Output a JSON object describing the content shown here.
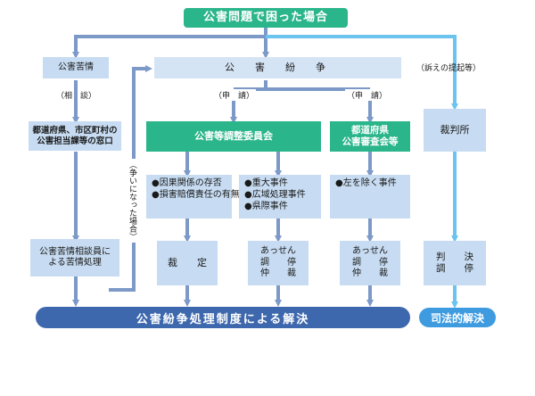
{
  "top": {
    "title": "公害問題で困った場合"
  },
  "complaint": {
    "box": "公害苦情",
    "step": "（相　談）",
    "window": "都道府県、市区町村の公害担当課等の窓口",
    "handling": "公害苦情相談員による苦情処理"
  },
  "dispute": {
    "box": "公　害　紛　争",
    "apply1": "（申　請）",
    "apply2": "（申　請）",
    "escalation": "（争いになった場合）"
  },
  "commission": {
    "title": "公害等調整委員会",
    "items_a": [
      "●因果関係の存否",
      "●損害賠償責任の有無"
    ],
    "items_b": [
      "●重大事件",
      "●広域処理事件",
      "●県際事件"
    ],
    "result_a": "裁　　定",
    "result_b": [
      "あっせん",
      "調　　停",
      "仲　　裁"
    ]
  },
  "prefecture": {
    "title_line1": "都道府県",
    "title_line2": "公害審査会等",
    "items": [
      "●左を除く事件"
    ],
    "result": [
      "あっせん",
      "調　　停",
      "仲　　裁"
    ]
  },
  "court": {
    "filing": "（訴えの提起等）",
    "box": "裁判所",
    "result_line1": "判　　決",
    "result_line2": "調　　停"
  },
  "bottom": {
    "main": "公害紛争処理制度による解決",
    "judicial": "司法的解決"
  },
  "colors": {
    "green": "#2bb58a",
    "blue": "#3e68ad",
    "arrow": "#7c99c7",
    "box": "#c7dcf2",
    "court_line": "#6cc4ee"
  }
}
